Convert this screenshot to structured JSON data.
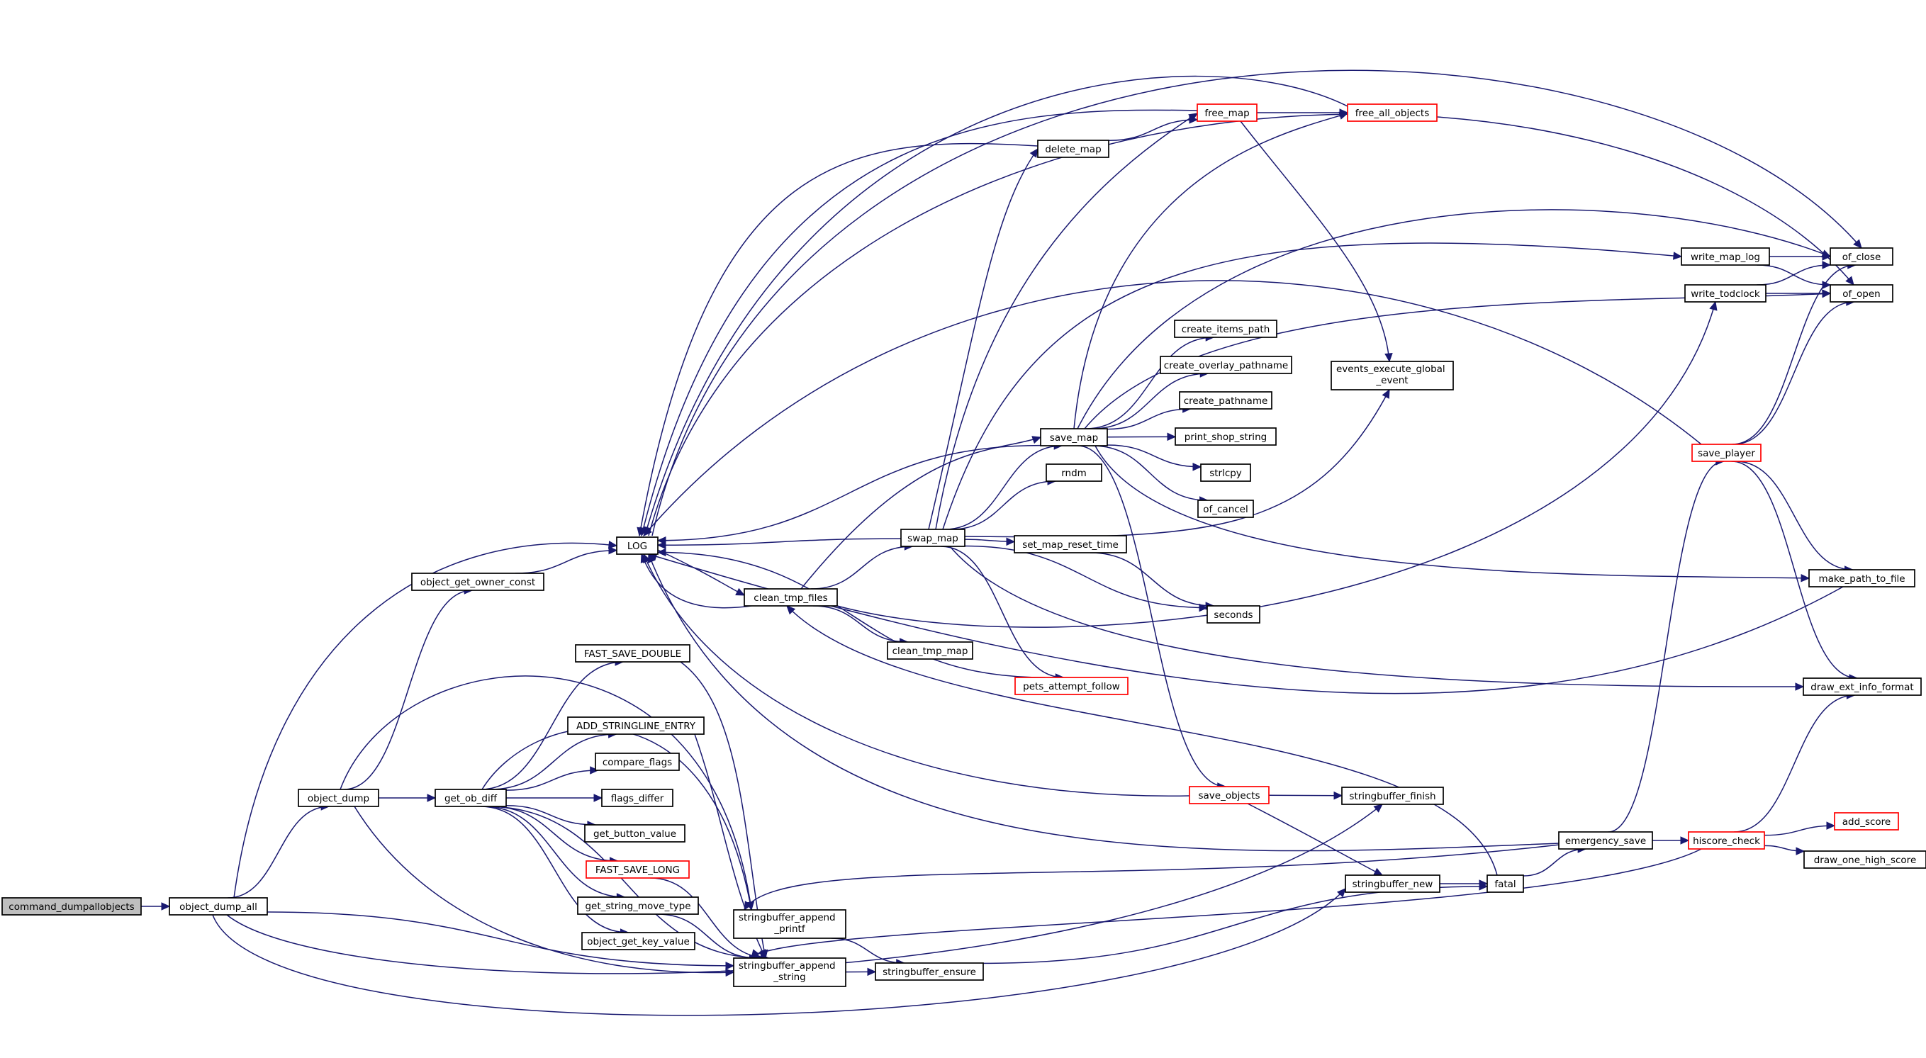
{
  "nodes": {
    "command_dumpallobjects": {
      "label": "command_dumpallobjects",
      "style": "start"
    },
    "object_dump_all": {
      "label": "object_dump_all",
      "style": "normal"
    },
    "object_dump": {
      "label": "object_dump",
      "style": "normal"
    },
    "object_get_owner_const": {
      "label": "object_get_owner_const",
      "style": "normal"
    },
    "LOG": {
      "label": "LOG",
      "style": "normal"
    },
    "get_ob_diff": {
      "label": "get_ob_diff",
      "style": "normal"
    },
    "FAST_SAVE_DOUBLE": {
      "label": "FAST_SAVE_DOUBLE",
      "style": "normal"
    },
    "ADD_STRINGLINE_ENTRY": {
      "label": "ADD_STRINGLINE_ENTRY",
      "style": "normal"
    },
    "compare_flags": {
      "label": "compare_flags",
      "style": "normal"
    },
    "flags_differ": {
      "label": "flags_differ",
      "style": "normal"
    },
    "get_button_value": {
      "label": "get_button_value",
      "style": "normal"
    },
    "FAST_SAVE_LONG": {
      "label": "FAST_SAVE_LONG",
      "style": "red"
    },
    "get_string_move_type": {
      "label": "get_string_move_type",
      "style": "normal"
    },
    "object_get_key_value": {
      "label": "object_get_key_value",
      "style": "normal"
    },
    "stringbuffer_append_printf": {
      "label": "stringbuffer_append\n_printf",
      "style": "normal"
    },
    "stringbuffer_append_string": {
      "label": "stringbuffer_append\n_string",
      "style": "normal"
    },
    "stringbuffer_ensure": {
      "label": "stringbuffer_ensure",
      "style": "normal"
    },
    "clean_tmp_files": {
      "label": "clean_tmp_files",
      "style": "normal"
    },
    "clean_tmp_map": {
      "label": "clean_tmp_map",
      "style": "normal"
    },
    "swap_map": {
      "label": "swap_map",
      "style": "normal"
    },
    "pets_attempt_follow": {
      "label": "pets_attempt_follow",
      "style": "red"
    },
    "delete_map": {
      "label": "delete_map",
      "style": "normal"
    },
    "free_map": {
      "label": "free_map",
      "style": "red"
    },
    "free_all_objects": {
      "label": "free_all_objects",
      "style": "red"
    },
    "save_map": {
      "label": "save_map",
      "style": "normal"
    },
    "rndm": {
      "label": "rndm",
      "style": "normal"
    },
    "set_map_reset_time": {
      "label": "set_map_reset_time",
      "style": "normal"
    },
    "seconds": {
      "label": "seconds",
      "style": "normal"
    },
    "save_objects": {
      "label": "save_objects",
      "style": "red"
    },
    "stringbuffer_finish": {
      "label": "stringbuffer_finish",
      "style": "normal"
    },
    "stringbuffer_new": {
      "label": "stringbuffer_new",
      "style": "normal"
    },
    "fatal": {
      "label": "fatal",
      "style": "normal"
    },
    "emergency_save": {
      "label": "emergency_save",
      "style": "normal"
    },
    "create_items_path": {
      "label": "create_items_path",
      "style": "normal"
    },
    "create_overlay_pathname": {
      "label": "create_overlay_pathname",
      "style": "normal"
    },
    "create_pathname": {
      "label": "create_pathname",
      "style": "normal"
    },
    "print_shop_string": {
      "label": "print_shop_string",
      "style": "normal"
    },
    "strlcpy": {
      "label": "strlcpy",
      "style": "normal"
    },
    "of_cancel": {
      "label": "of_cancel",
      "style": "normal"
    },
    "events_execute_global_event": {
      "label": "events_execute_global\n_event",
      "style": "normal"
    },
    "write_map_log": {
      "label": "write_map_log",
      "style": "normal"
    },
    "write_todclock": {
      "label": "write_todclock",
      "style": "normal"
    },
    "of_close": {
      "label": "of_close",
      "style": "normal"
    },
    "of_open": {
      "label": "of_open",
      "style": "normal"
    },
    "save_player": {
      "label": "save_player",
      "style": "red"
    },
    "make_path_to_file": {
      "label": "make_path_to_file",
      "style": "normal"
    },
    "draw_ext_info_format": {
      "label": "draw_ext_info_format",
      "style": "normal"
    },
    "hiscore_check": {
      "label": "hiscore_check",
      "style": "red"
    },
    "add_score": {
      "label": "add_score",
      "style": "red"
    },
    "draw_one_high_score": {
      "label": "draw_one_high_score",
      "style": "normal"
    }
  },
  "edges": [
    [
      "command_dumpallobjects",
      "object_dump_all"
    ],
    [
      "object_dump_all",
      "object_dump"
    ],
    [
      "object_dump_all",
      "LOG"
    ],
    [
      "object_dump_all",
      "stringbuffer_append_string"
    ],
    [
      "object_dump_all",
      "stringbuffer_new"
    ],
    [
      "object_dump_all",
      "stringbuffer_finish"
    ],
    [
      "object_dump",
      "object_get_owner_const"
    ],
    [
      "object_dump",
      "get_ob_diff"
    ],
    [
      "object_dump",
      "stringbuffer_append_printf"
    ],
    [
      "object_dump",
      "stringbuffer_append_string"
    ],
    [
      "object_get_owner_const",
      "LOG"
    ],
    [
      "get_ob_diff",
      "FAST_SAVE_DOUBLE"
    ],
    [
      "get_ob_diff",
      "ADD_STRINGLINE_ENTRY"
    ],
    [
      "get_ob_diff",
      "compare_flags"
    ],
    [
      "get_ob_diff",
      "flags_differ"
    ],
    [
      "get_ob_diff",
      "get_button_value"
    ],
    [
      "get_ob_diff",
      "FAST_SAVE_LONG"
    ],
    [
      "get_ob_diff",
      "get_string_move_type"
    ],
    [
      "get_ob_diff",
      "object_get_key_value"
    ],
    [
      "get_ob_diff",
      "stringbuffer_append_printf"
    ],
    [
      "get_ob_diff",
      "stringbuffer_append_string"
    ],
    [
      "FAST_SAVE_DOUBLE",
      "stringbuffer_append_string"
    ],
    [
      "ADD_STRINGLINE_ENTRY",
      "stringbuffer_append_string"
    ],
    [
      "FAST_SAVE_LONG",
      "stringbuffer_append_string"
    ],
    [
      "get_string_move_type",
      "stringbuffer_append_string"
    ],
    [
      "stringbuffer_append_printf",
      "stringbuffer_ensure"
    ],
    [
      "stringbuffer_append_string",
      "stringbuffer_ensure"
    ],
    [
      "stringbuffer_ensure",
      "fatal"
    ],
    [
      "LOG",
      "clean_tmp_files"
    ],
    [
      "clean_tmp_files",
      "LOG"
    ],
    [
      "clean_tmp_files",
      "clean_tmp_map"
    ],
    [
      "clean_tmp_files",
      "swap_map"
    ],
    [
      "clean_tmp_files",
      "write_todclock"
    ],
    [
      "clean_tmp_files",
      "save_map"
    ],
    [
      "swap_map",
      "LOG"
    ],
    [
      "swap_map",
      "delete_map"
    ],
    [
      "swap_map",
      "free_map"
    ],
    [
      "swap_map",
      "save_map"
    ],
    [
      "swap_map",
      "rndm"
    ],
    [
      "swap_map",
      "set_map_reset_time"
    ],
    [
      "swap_map",
      "seconds"
    ],
    [
      "swap_map",
      "pets_attempt_follow"
    ],
    [
      "swap_map",
      "events_execute_global_event"
    ],
    [
      "swap_map",
      "draw_ext_info_format"
    ],
    [
      "swap_map",
      "write_map_log"
    ],
    [
      "pets_attempt_follow",
      "LOG"
    ],
    [
      "delete_map",
      "LOG"
    ],
    [
      "delete_map",
      "free_map"
    ],
    [
      "free_map",
      "LOG"
    ],
    [
      "free_map",
      "free_all_objects"
    ],
    [
      "free_map",
      "events_execute_global_event"
    ],
    [
      "free_all_objects",
      "LOG"
    ],
    [
      "save_map",
      "LOG"
    ],
    [
      "save_map",
      "free_all_objects"
    ],
    [
      "save_map",
      "create_items_path"
    ],
    [
      "save_map",
      "create_overlay_pathname"
    ],
    [
      "save_map",
      "create_pathname"
    ],
    [
      "save_map",
      "print_shop_string"
    ],
    [
      "save_map",
      "strlcpy"
    ],
    [
      "save_map",
      "of_cancel"
    ],
    [
      "save_map",
      "of_close"
    ],
    [
      "save_map",
      "of_open"
    ],
    [
      "save_map",
      "make_path_to_file"
    ],
    [
      "save_map",
      "save_objects"
    ],
    [
      "set_map_reset_time",
      "seconds"
    ],
    [
      "save_objects",
      "LOG"
    ],
    [
      "save_objects",
      "stringbuffer_finish"
    ],
    [
      "save_objects",
      "stringbuffer_new"
    ],
    [
      "stringbuffer_new",
      "fatal"
    ],
    [
      "fatal",
      "emergency_save"
    ],
    [
      "fatal",
      "clean_tmp_files"
    ],
    [
      "emergency_save",
      "LOG"
    ],
    [
      "emergency_save",
      "save_player"
    ],
    [
      "emergency_save",
      "hiscore_check"
    ],
    [
      "emergency_save",
      "stringbuffer_append_printf"
    ],
    [
      "write_map_log",
      "of_close"
    ],
    [
      "write_map_log",
      "of_open"
    ],
    [
      "write_todclock",
      "of_close"
    ],
    [
      "write_todclock",
      "of_open"
    ],
    [
      "save_player",
      "LOG"
    ],
    [
      "save_player",
      "of_close"
    ],
    [
      "save_player",
      "of_open"
    ],
    [
      "save_player",
      "make_path_to_file"
    ],
    [
      "save_player",
      "draw_ext_info_format"
    ],
    [
      "hiscore_check",
      "add_score"
    ],
    [
      "hiscore_check",
      "draw_one_high_score"
    ],
    [
      "hiscore_check",
      "draw_ext_info_format"
    ],
    [
      "hiscore_check",
      "stringbuffer_append_string"
    ],
    [
      "make_path_to_file",
      "LOG"
    ],
    [
      "LOG",
      "of_close"
    ],
    [
      "LOG",
      "of_open"
    ]
  ]
}
